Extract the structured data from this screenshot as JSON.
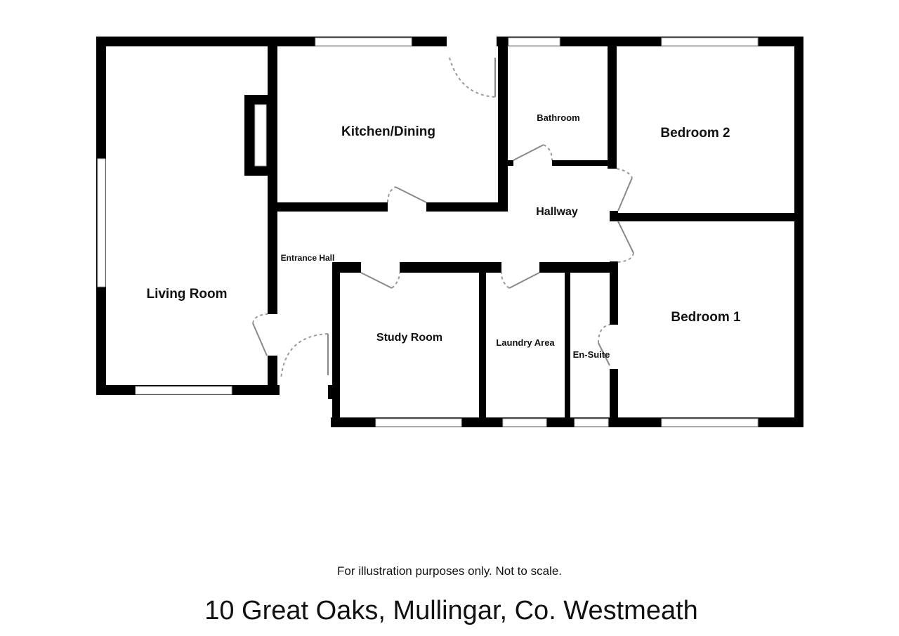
{
  "rooms": {
    "living": "Living Room",
    "kitchen": "Kitchen/Dining",
    "bathroom": "Bathroom",
    "bedroom2": "Bedroom 2",
    "hallway": "Hallway",
    "entrance": "Entrance Hall",
    "study": "Study Room",
    "laundry": "Laundry Area",
    "ensuite": "En-Suite",
    "bedroom1": "Bedroom 1"
  },
  "disclaimer": "For illustration purposes only. Not to scale.",
  "address": "10 Great Oaks, Mullingar, Co. Westmeath"
}
